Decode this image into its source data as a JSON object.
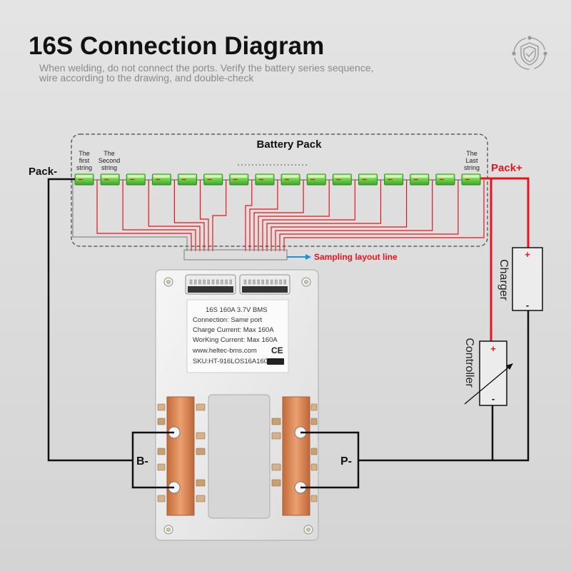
{
  "title": "16S Connection Diagram",
  "subtitle": [
    "When welding, do not connect the ports. Verify the battery series sequence,",
    "wire according to the drawing, and double-check"
  ],
  "battery_pack": {
    "label": "Battery Pack",
    "cell_count": 16,
    "first_string": [
      "The",
      "first",
      "string"
    ],
    "second_string": [
      "The",
      "Second",
      "string"
    ],
    "last_string": [
      "The",
      "Last",
      "string"
    ]
  },
  "terminals": {
    "pack_minus": "Pack-",
    "pack_plus": "Pack+",
    "b_minus": "B-",
    "p_minus": "P-"
  },
  "sampling": {
    "label": "Sampling layout line"
  },
  "charger": {
    "label": "Charger",
    "plus": "+",
    "minus": "-"
  },
  "controller": {
    "label": "Controller",
    "plus": "+",
    "minus": "-"
  },
  "bms_label": {
    "model": "16S 160A 3.7V BMS",
    "connection": "Connection:  Same port",
    "charge_current": "Charge Current:  Max 160A",
    "working_current": "WorKing Current: Max 160A",
    "website": "www.heltec-bms.com",
    "ce_mark": "CE",
    "sku": "SKU:HT-916LOS16A160"
  },
  "colors": {
    "positive_wire": "#e8141a",
    "negative_wire": "#111111",
    "sampling_wire": "#e8141a",
    "sampling_b0_wire": "#8c8c8c",
    "sampling_arrow": "#1e8fe1",
    "cell_green": "#6fd04a",
    "copper": "#d8865a"
  },
  "icons": {
    "logo": "shield-circuit-icon",
    "ce": "ce-mark-icon"
  }
}
